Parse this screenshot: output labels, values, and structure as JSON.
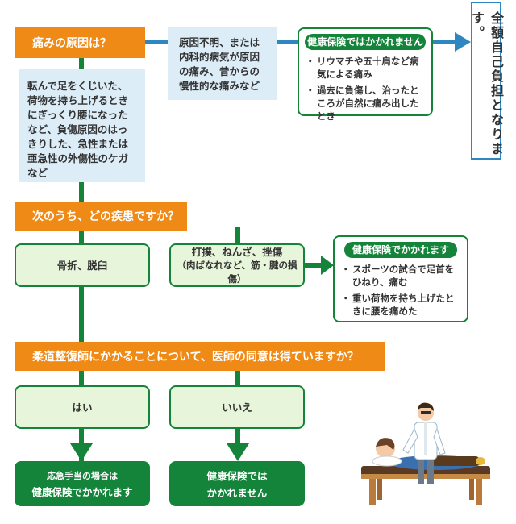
{
  "q1": {
    "title": "痛みの原因は？",
    "acute": "転んで足をくじいた、荷物を持ち上げるときにぎっくり腰になったなど、負傷原因のはっきりした、急性または亜急性の外傷性のケガなど",
    "chronic": "原因不明、または内科的病気が原因の痛み、昔からの慢性的な痛みなど",
    "not_covered": {
      "header": "健康保険ではかかれません",
      "items": [
        "リウマチや五十肩など病気による痛み",
        "過去に負傷し、治ったところが自然に痛み出したとき"
      ]
    },
    "result": "全額自己負担となります。"
  },
  "q2": {
    "title": "次のうち、どの疾患ですか？",
    "opt1": "骨折、脱臼",
    "opt2_line1": "打撲、ねんざ、挫傷",
    "opt2_line2": "（肉ばなれなど、筋・腱の損傷）",
    "covered": {
      "header": "健康保険でかかれます",
      "items": [
        "スポーツの試合で足首をひねり、痛む",
        "重い荷物を持ち上げたときに腰を痛めた"
      ]
    }
  },
  "q3": {
    "title": "柔道整復師にかかることについて、医師の同意は得ていますか？",
    "yes": "はい",
    "no": "いいえ",
    "yes_result_line1": "応急手当の場合は",
    "yes_result_line2": "健康保険でかかれます",
    "no_result_line1": "健康保険では",
    "no_result_line2": "かかれません"
  },
  "colors": {
    "orange": "#f08a16",
    "green": "#14843a",
    "blue": "#2f87c1",
    "light_blue": "#dcedf8",
    "light_green": "#e7f5da"
  }
}
